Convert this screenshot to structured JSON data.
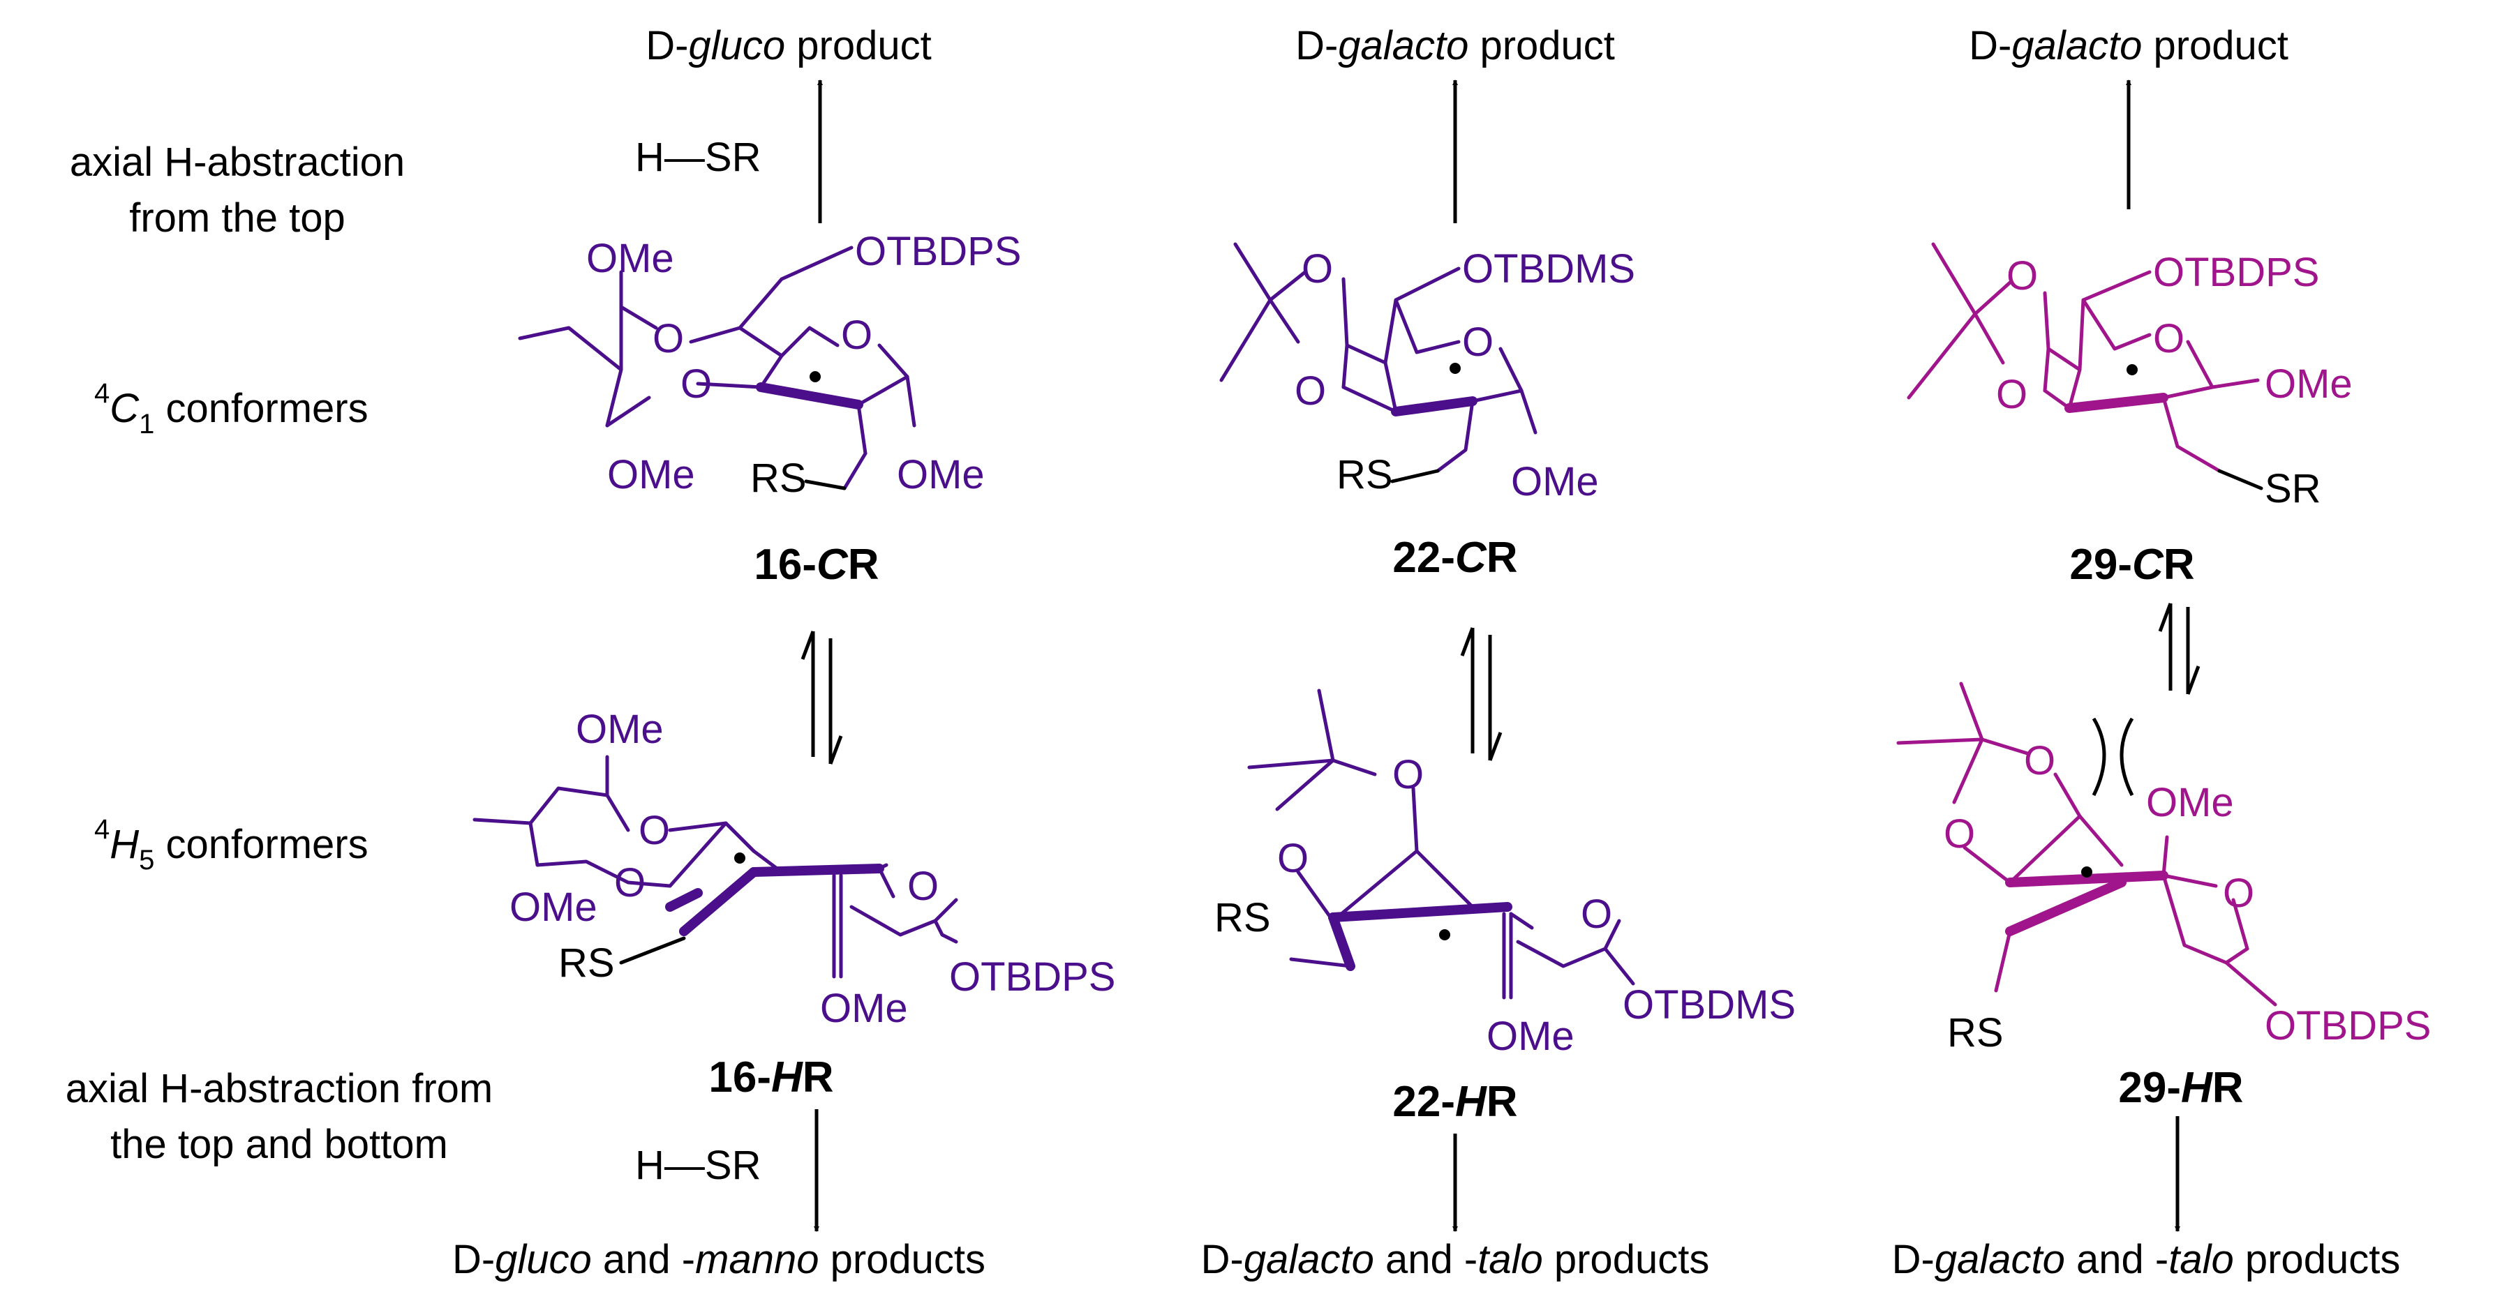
{
  "colors": {
    "purple": "#4b0f8c",
    "magenta": "#a0158c",
    "black": "#000000"
  },
  "side_labels": {
    "top_abstraction_1": "axial H-abstraction",
    "top_abstraction_2": "from the top",
    "c1_pre": "4",
    "c1_C": "C",
    "c1_sub": "1",
    "c1_rest": " conformers",
    "h5_pre": "4",
    "h5_H": "H",
    "h5_sub": "5",
    "h5_rest": " conformers",
    "bottom_abstraction_1": "axial H-abstraction from",
    "bottom_abstraction_2": "the top and bottom"
  },
  "reagents": {
    "top": "H—SR",
    "bottom": "H—SR"
  },
  "columns": [
    {
      "top_product": {
        "pre": "D-",
        "ital": "gluco",
        "post": " product"
      },
      "bottom_product": {
        "pre": "D-",
        "i1": "gluco",
        "mid": " and -",
        "i2": "manno",
        "post": " products"
      },
      "cr_label": {
        "num": "16-",
        "ital": "C",
        "bold": "R"
      },
      "hr_label": {
        "num": "16-",
        "ital": "H",
        "bold": "R"
      },
      "cr_groups": {
        "ome_a": "OMe",
        "ome_b": "OMe",
        "ome_c": "OMe",
        "o1": "O",
        "o2": "O",
        "ring_o": "O",
        "silyl": "OTBDPS",
        "rs": "RS"
      },
      "hr_groups": {
        "ome_a": "OMe",
        "ome_b": "OMe",
        "ome_c": "OMe",
        "o1": "O",
        "o2": "O",
        "ring_o": "O",
        "silyl": "OTBDPS",
        "rs": "RS"
      }
    },
    {
      "top_product": {
        "pre": "D-",
        "ital": "galacto",
        "post": " product"
      },
      "bottom_product": {
        "pre": "D-",
        "i1": "galacto",
        "mid": " and -",
        "i2": "talo",
        "post": " products"
      },
      "cr_label": {
        "num": "22-",
        "ital": "C",
        "bold": "R"
      },
      "hr_label": {
        "num": "22-",
        "ital": "H",
        "bold": "R"
      },
      "cr_groups": {
        "o1": "O",
        "o2": "O",
        "ring_o": "O",
        "silyl": "OTBDMS",
        "ome": "OMe",
        "rs": "RS"
      },
      "hr_groups": {
        "o1": "O",
        "o2": "O",
        "ring_o": "O",
        "silyl": "OTBDMS",
        "ome": "OMe",
        "rs": "RS"
      }
    },
    {
      "top_product": {
        "pre": "D-",
        "ital": "galacto",
        "post": " product"
      },
      "bottom_product": {
        "pre": "D-",
        "i1": "galacto",
        "mid": " and -",
        "i2": "talo",
        "post": " products"
      },
      "cr_label": {
        "num": "29-",
        "ital": "C",
        "bold": "R"
      },
      "hr_label": {
        "num": "29-",
        "ital": "H",
        "bold": "R"
      },
      "cr_groups": {
        "o1": "O",
        "o2": "O",
        "ring_o": "O",
        "silyl": "OTBDPS",
        "ome": "OMe",
        "sr": "SR"
      },
      "hr_groups": {
        "o1": "O",
        "o2": "O",
        "ring_o": "O",
        "silyl": "OTBDPS",
        "ome": "OMe",
        "rs": "RS"
      }
    }
  ]
}
